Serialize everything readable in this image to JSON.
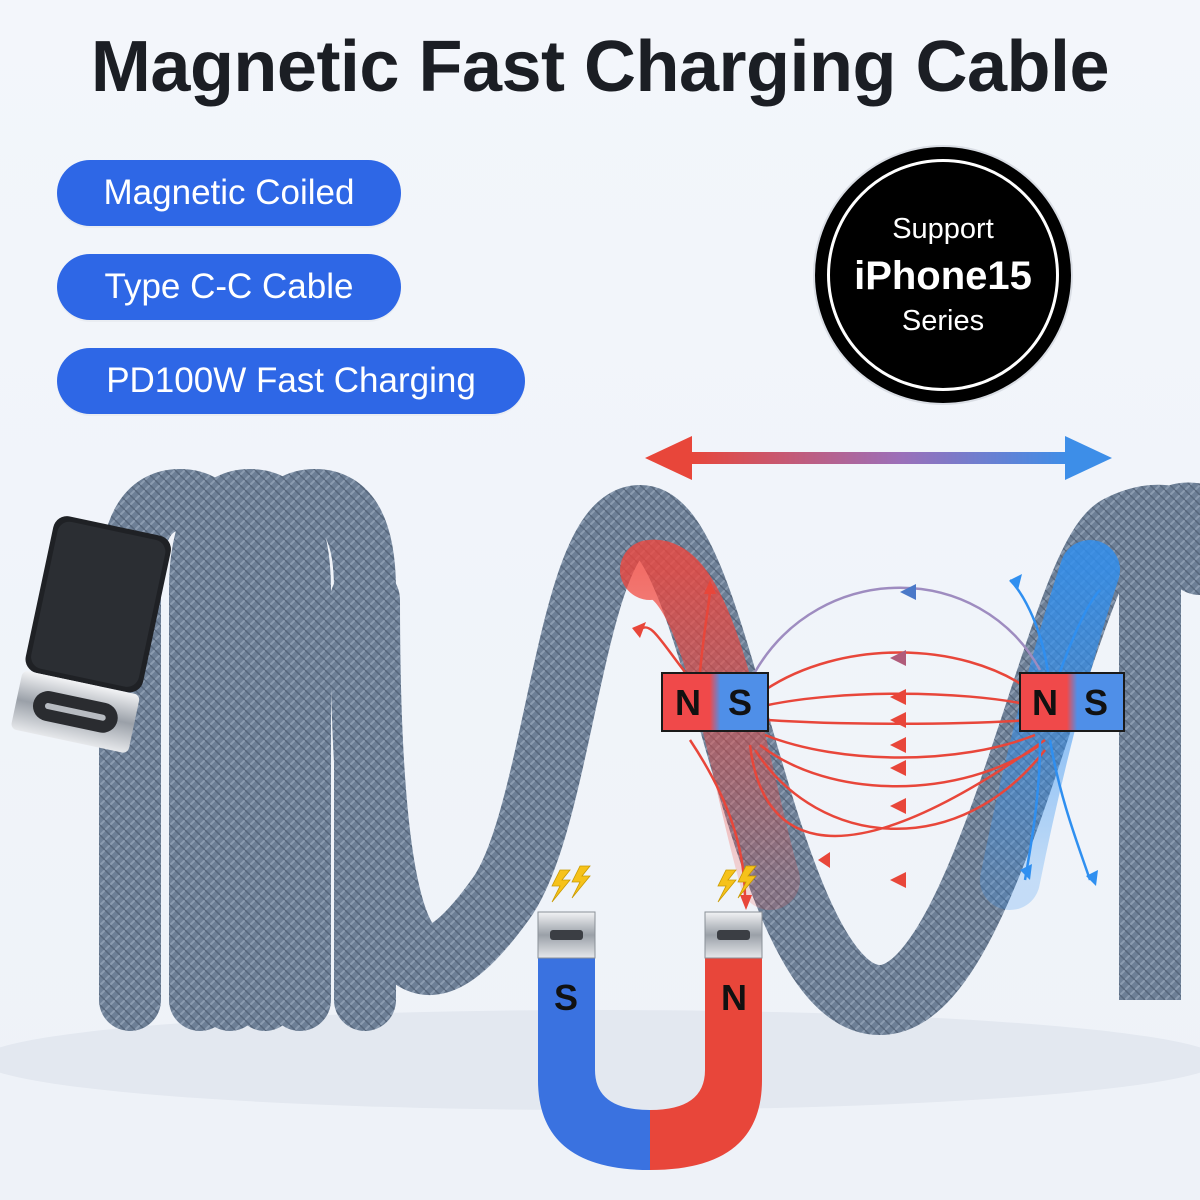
{
  "title": "Magnetic Fast Charging Cable",
  "features": [
    "Magnetic Coiled",
    "Type C-C Cable",
    "PD100W Fast Charging"
  ],
  "badge": {
    "line1": "Support",
    "line2": "iPhone15",
    "line3": "Series"
  },
  "bar_left": {
    "pole_a": "N",
    "pole_b": "S"
  },
  "bar_right": {
    "pole_a": "N",
    "pole_b": "S"
  },
  "horseshoe": {
    "left_pole": "S",
    "right_pole": "N"
  },
  "colors": {
    "accent_blue": "#2e67e6",
    "north_red": "#e8463a",
    "south_blue": "#3a72e0",
    "cable_gray": "#6f8198"
  },
  "icons": [
    "usb-c-plug-icon",
    "double-arrow-icon",
    "lightning-icon"
  ]
}
